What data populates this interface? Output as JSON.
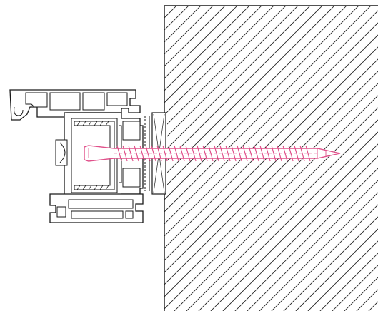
{
  "figure": {
    "colors": {
      "background": "#ffffff",
      "line": "#1a1a1a",
      "screw": "#e0508a",
      "hatch": "#222222"
    },
    "components": [
      {
        "name": "masonry-wall",
        "hatched": true
      },
      {
        "name": "window-frame-profile"
      },
      {
        "name": "steel-reinforcement"
      },
      {
        "name": "packer-block"
      },
      {
        "name": "frame-fixing-screw"
      }
    ]
  }
}
